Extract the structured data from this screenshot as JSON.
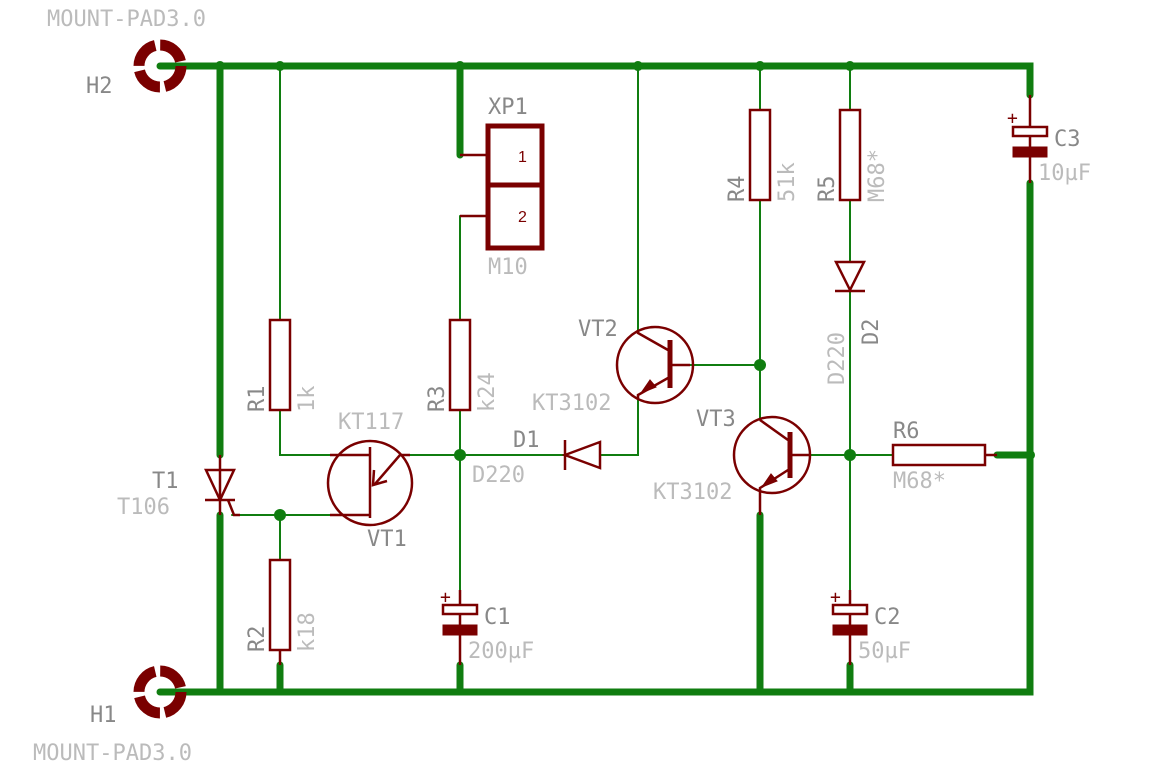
{
  "mount_pads": [
    {
      "name": "H2",
      "package": "MOUNT-PAD3.0"
    },
    {
      "name": "H1",
      "package": "MOUNT-PAD3.0"
    }
  ],
  "connector": {
    "name": "XP1",
    "value": "M10",
    "pins": [
      "1",
      "2"
    ]
  },
  "resistors": [
    {
      "name": "R1",
      "value": "1k"
    },
    {
      "name": "R2",
      "value": "k18"
    },
    {
      "name": "R3",
      "value": "k24"
    },
    {
      "name": "R4",
      "value": "51k"
    },
    {
      "name": "R5",
      "value": "M68*"
    },
    {
      "name": "R6",
      "value": "M68*"
    }
  ],
  "capacitors": [
    {
      "name": "C1",
      "value": "200µF",
      "plus": "+"
    },
    {
      "name": "C2",
      "value": "50µF",
      "plus": "+"
    },
    {
      "name": "C3",
      "value": "10µF",
      "plus": "+"
    }
  ],
  "diodes": [
    {
      "name": "D1",
      "value": "D220"
    },
    {
      "name": "D2",
      "value": "D220"
    }
  ],
  "thyristor": {
    "name": "T1",
    "value": "T106"
  },
  "transistors": [
    {
      "name": "VT1",
      "value": "KT117"
    },
    {
      "name": "VT2",
      "value": "KT3102"
    },
    {
      "name": "VT3",
      "value": "KT3102"
    }
  ],
  "colors": {
    "wire": "#107d10",
    "symbol": "#7a0000",
    "name_text": "#888888",
    "value_text": "#bbbbbb"
  }
}
